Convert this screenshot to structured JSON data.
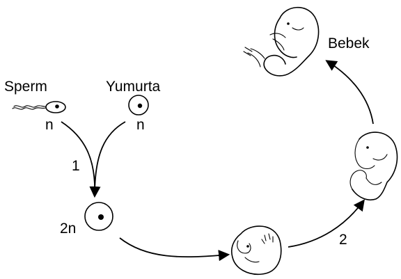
{
  "labels": {
    "sperm": "Sperm",
    "egg": "Yumurta",
    "sperm_ploidy": "n",
    "egg_ploidy": "n",
    "zygote_ploidy": "2n",
    "step1": "1",
    "step2": "2",
    "baby": "Bebek"
  }
}
